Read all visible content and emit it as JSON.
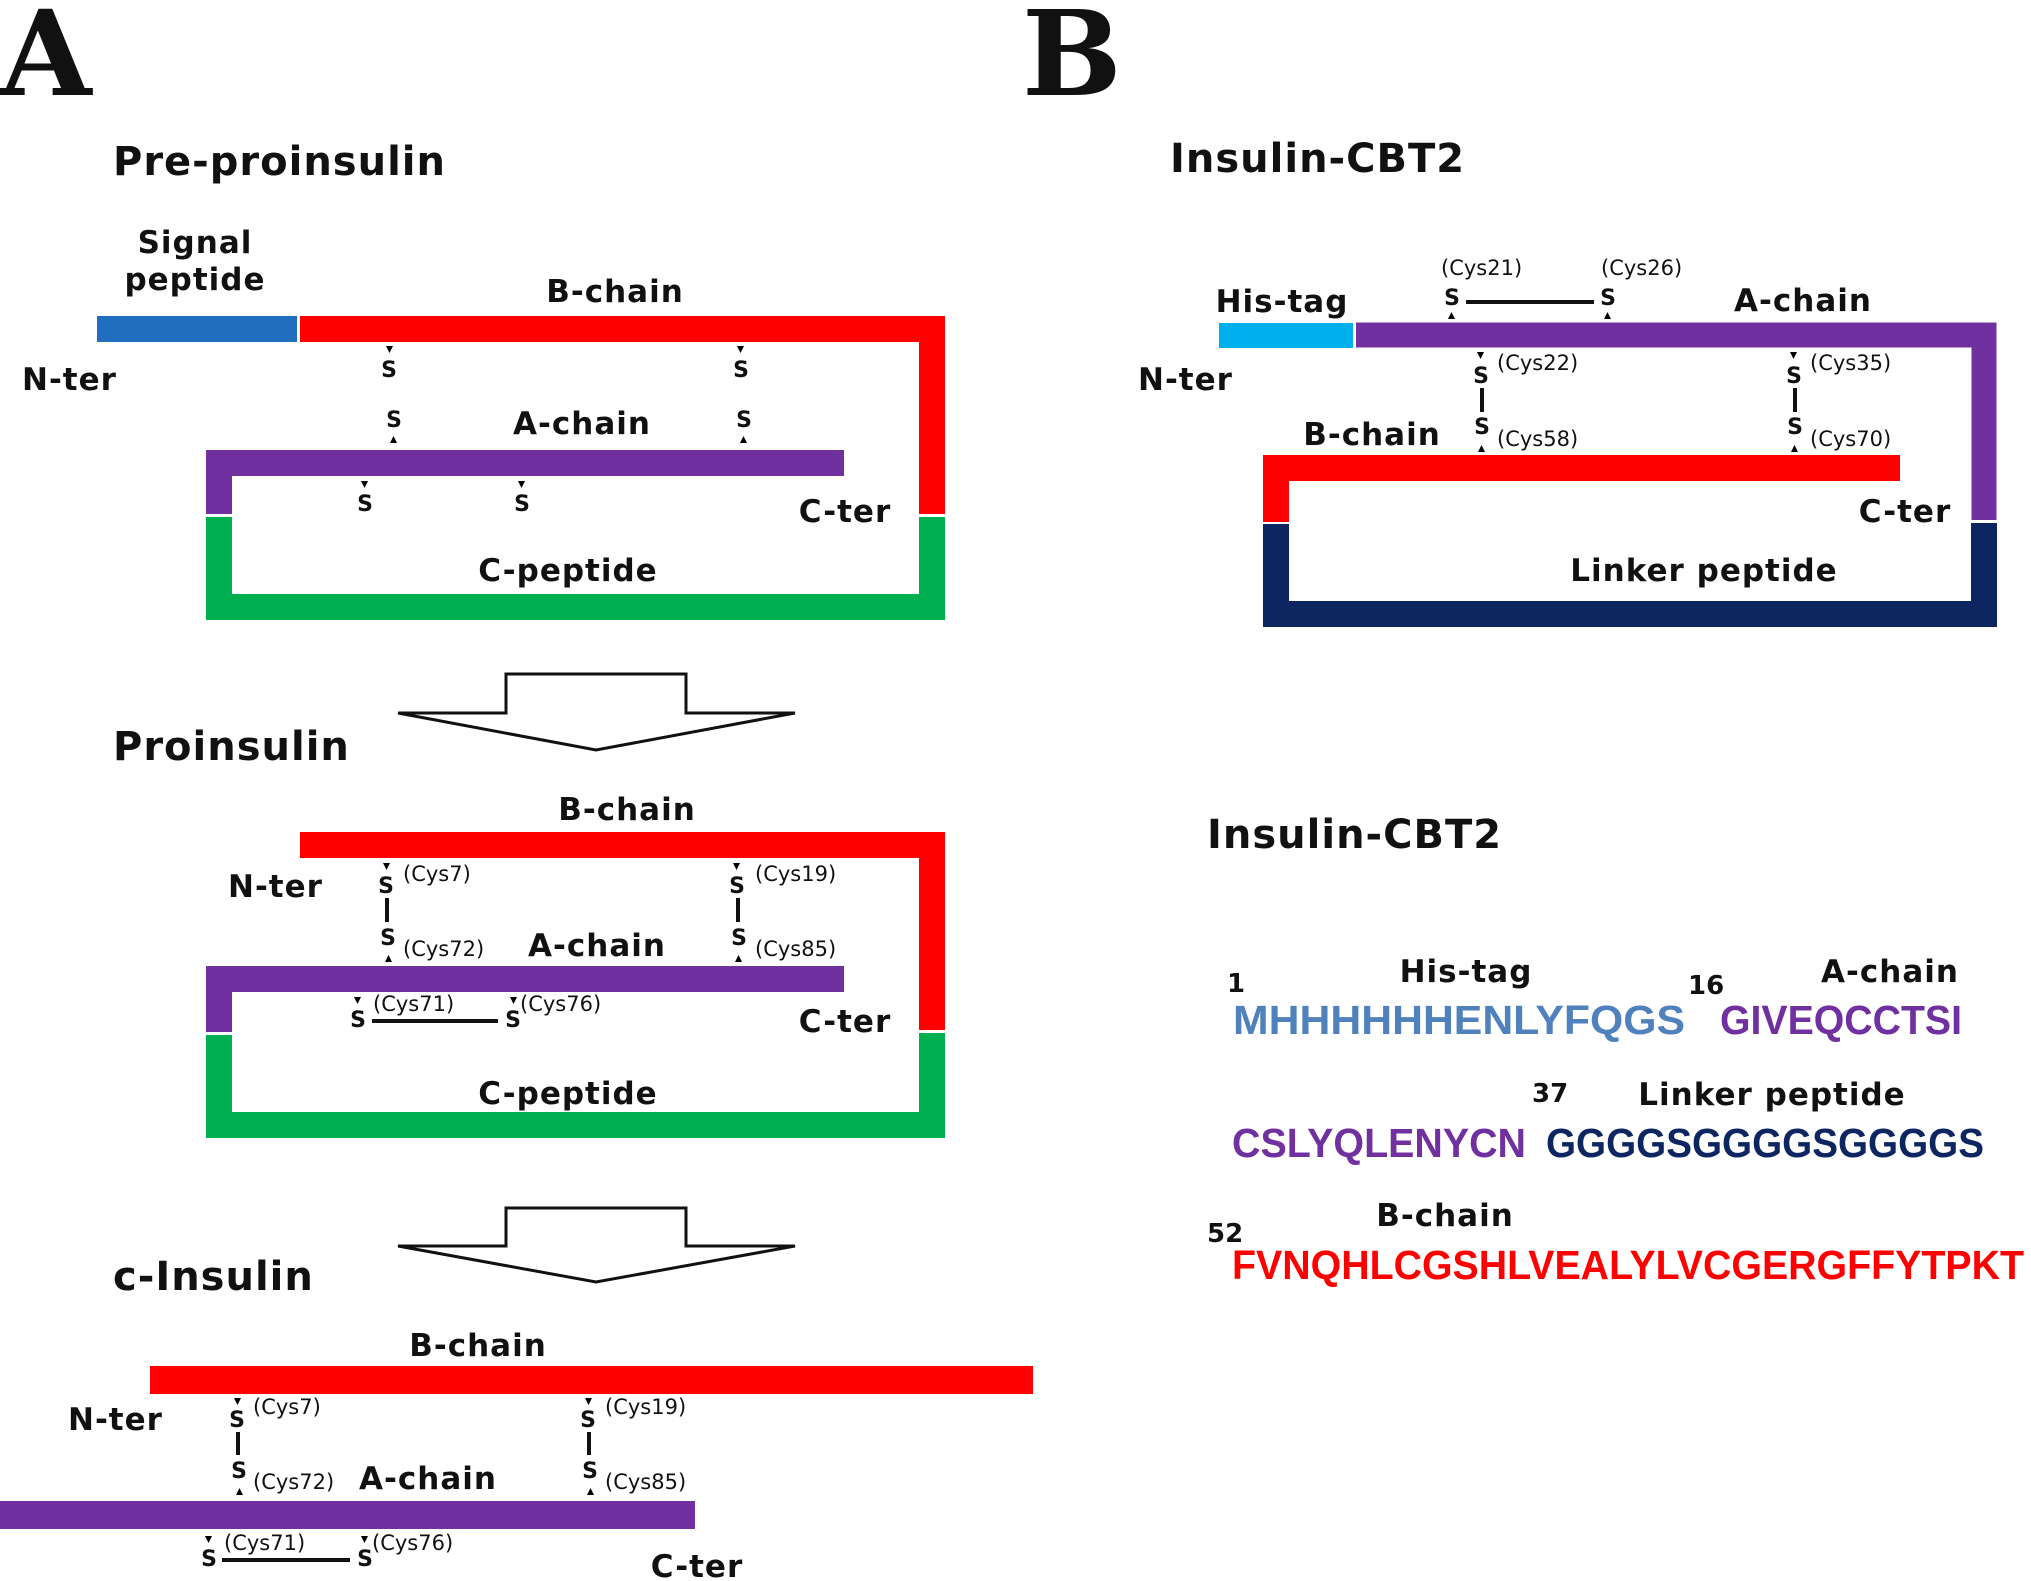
{
  "panels": {
    "a": "A",
    "b": "B"
  },
  "colors": {
    "signal": "#1f6fbe",
    "his": "#00b0ee",
    "b_chain": "#ff0000",
    "a_chain": "#7030a0",
    "c_peptide": "#00b050",
    "linker": "#0d2560",
    "his_seq": "#4f81bd"
  },
  "a": {
    "pre": {
      "title": "Pre-proinsulin",
      "signal_1": "Signal",
      "signal_2": "peptide",
      "b_chain": "B-chain",
      "a_chain": "A-chain",
      "c_peptide": "C-peptide",
      "n_ter": "N-ter",
      "c_ter": "C-ter"
    },
    "pro": {
      "title": "Proinsulin",
      "b_chain": "B-chain",
      "a_chain": "A-chain",
      "c_peptide": "C-peptide",
      "n_ter": "N-ter",
      "c_ter": "C-ter",
      "cys7": "(Cys7)",
      "cys19": "(Cys19)",
      "cys72": "(Cys72)",
      "cys85": "(Cys85)",
      "cys71": "(Cys71)",
      "cys76": "(Cys76)"
    },
    "cins": {
      "title": "c-Insulin",
      "b_chain": "B-chain",
      "a_chain": "A-chain",
      "n_ter": "N-ter",
      "c_ter": "C-ter",
      "cys7": "(Cys7)",
      "cys19": "(Cys19)",
      "cys72": "(Cys72)",
      "cys85": "(Cys85)",
      "cys71": "(Cys71)",
      "cys76": "(Cys76)"
    }
  },
  "b": {
    "title": "Insulin-CBT2",
    "his_tag": "His-tag",
    "a_chain": "A-chain",
    "b_chain": "B-chain",
    "linker": "Linker peptide",
    "n_ter": "N-ter",
    "c_ter": "C-ter",
    "cys21": "(Cys21)",
    "cys26": "(Cys26)",
    "cys22": "(Cys22)",
    "cys58": "(Cys58)",
    "cys35": "(Cys35)",
    "cys70": "(Cys70)"
  },
  "seq": {
    "title": "Insulin-CBT2",
    "n1": "1",
    "his_label": "His-tag",
    "his_seq": "MHHHHHHENLYFQGS",
    "n16": "16",
    "a_label": "A-chain",
    "a_seq_1": "GIVEQCCTSI",
    "a_seq_2": "CSLYQLENYCN",
    "n37": "37",
    "linker_label": "Linker peptide",
    "linker_seq": "GGGGSGGGGSGGGGS",
    "n52": "52",
    "b_label": "B-chain",
    "b_seq": "FVNQHLCGSHLVEALYLVCGERGFFYTPKT"
  },
  "s_symbol": "S"
}
